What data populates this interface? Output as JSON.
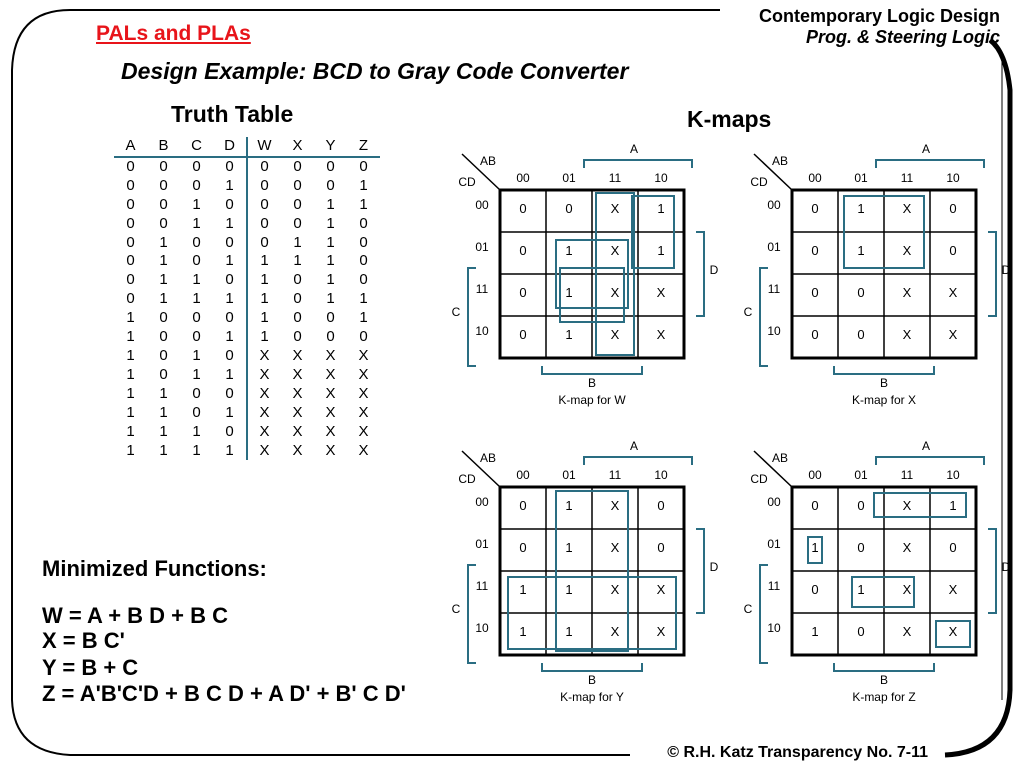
{
  "header": {
    "title": "PALs and PLAs",
    "course_line1": "Contemporary  Logic Design",
    "course_line2": "Prog. & Steering Logic"
  },
  "subtitle": "Design Example: BCD to Gray Code Converter",
  "truth_table": {
    "title": "Truth Table",
    "columns": [
      "A",
      "B",
      "C",
      "D",
      "W",
      "X",
      "Y",
      "Z"
    ],
    "rows": [
      [
        "0",
        "0",
        "0",
        "0",
        "0",
        "0",
        "0",
        "0"
      ],
      [
        "0",
        "0",
        "0",
        "1",
        "0",
        "0",
        "0",
        "1"
      ],
      [
        "0",
        "0",
        "1",
        "0",
        "0",
        "0",
        "1",
        "1"
      ],
      [
        "0",
        "0",
        "1",
        "1",
        "0",
        "0",
        "1",
        "0"
      ],
      [
        "0",
        "1",
        "0",
        "0",
        "0",
        "1",
        "1",
        "0"
      ],
      [
        "0",
        "1",
        "0",
        "1",
        "1",
        "1",
        "1",
        "0"
      ],
      [
        "0",
        "1",
        "1",
        "0",
        "1",
        "0",
        "1",
        "0"
      ],
      [
        "0",
        "1",
        "1",
        "1",
        "1",
        "0",
        "1",
        "1"
      ],
      [
        "1",
        "0",
        "0",
        "0",
        "1",
        "0",
        "0",
        "1"
      ],
      [
        "1",
        "0",
        "0",
        "1",
        "1",
        "0",
        "0",
        "0"
      ],
      [
        "1",
        "0",
        "1",
        "0",
        "X",
        "X",
        "X",
        "X"
      ],
      [
        "1",
        "0",
        "1",
        "1",
        "X",
        "X",
        "X",
        "X"
      ],
      [
        "1",
        "1",
        "0",
        "0",
        "X",
        "X",
        "X",
        "X"
      ],
      [
        "1",
        "1",
        "0",
        "1",
        "X",
        "X",
        "X",
        "X"
      ],
      [
        "1",
        "1",
        "1",
        "0",
        "X",
        "X",
        "X",
        "X"
      ],
      [
        "1",
        "1",
        "1",
        "1",
        "X",
        "X",
        "X",
        "X"
      ]
    ]
  },
  "kmaps_title": "K-maps",
  "kmap_labels": {
    "ab": "AB",
    "cd": "CD",
    "a": "A",
    "b": "B",
    "c": "C",
    "d": "D",
    "col_headers": [
      "00",
      "01",
      "11",
      "10"
    ],
    "row_headers": [
      "00",
      "01",
      "11",
      "10"
    ]
  },
  "kmaps": [
    {
      "caption": "K-map for  W",
      "cells": [
        [
          "0",
          "0",
          "X",
          "1"
        ],
        [
          "0",
          "1",
          "X",
          "1"
        ],
        [
          "0",
          "1",
          "X",
          "X"
        ],
        [
          "0",
          "1",
          "X",
          "X"
        ]
      ]
    },
    {
      "caption": "K-map for  X",
      "cells": [
        [
          "0",
          "1",
          "X",
          "0"
        ],
        [
          "0",
          "1",
          "X",
          "0"
        ],
        [
          "0",
          "0",
          "X",
          "X"
        ],
        [
          "0",
          "0",
          "X",
          "X"
        ]
      ]
    },
    {
      "caption": "K-map for  Y",
      "cells": [
        [
          "0",
          "1",
          "X",
          "0"
        ],
        [
          "0",
          "1",
          "X",
          "0"
        ],
        [
          "1",
          "1",
          "X",
          "X"
        ],
        [
          "1",
          "1",
          "X",
          "X"
        ]
      ]
    },
    {
      "caption": "K-map for  Z",
      "cells": [
        [
          "0",
          "0",
          "X",
          "1"
        ],
        [
          "1",
          "0",
          "X",
          "0"
        ],
        [
          "0",
          "1",
          "X",
          "X"
        ],
        [
          "1",
          "0",
          "X",
          "X"
        ]
      ]
    }
  ],
  "minimized": {
    "heading": "Minimized Functions:",
    "equations": [
      "W = A + B D + B C",
      "X = B C'",
      "Y = B + C",
      "Z = A'B'C'D + B C D + A D' + B' C D'"
    ]
  },
  "footer": "© R.H. Katz   Transparency No. 7-11",
  "colors": {
    "title_red": "#e8141a",
    "accent_teal": "#2a6d82",
    "ink": "#000000"
  }
}
